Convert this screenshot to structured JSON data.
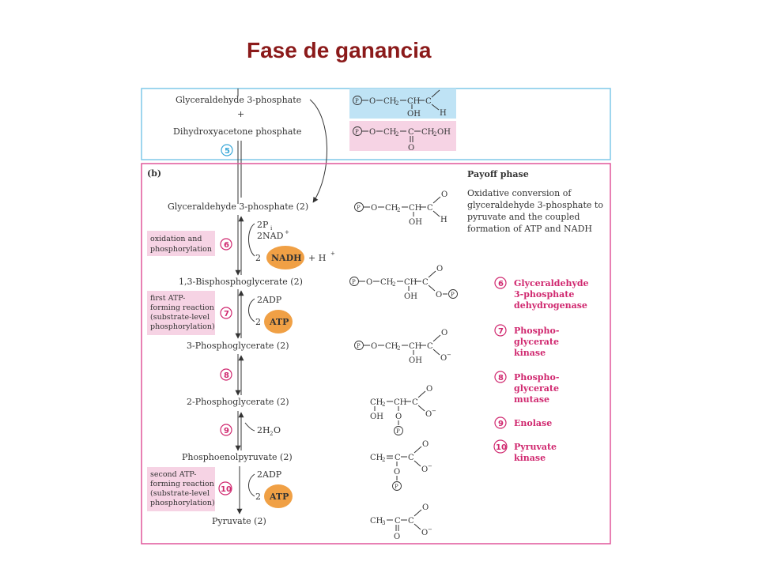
{
  "title": "Fase de ganancia",
  "panel_a": {
    "step1": "Glyceraldehyde 3-phosphate",
    "plus": "+",
    "step2": "Dihydroxyacetone phosphate",
    "enzyme_num": "5"
  },
  "panel_b": {
    "label": "(b)",
    "phase_title": "Payoff phase",
    "phase_desc": [
      "Oxidative conversion of",
      "glyceraldehyde 3-phosphate to",
      "pyruvate and the coupled",
      "formation of ATP and NADH"
    ],
    "metabolites": [
      "Glyceraldehyde 3-phosphate (2)",
      "1,3-Bisphosphoglycerate (2)",
      "3-Phosphoglycerate (2)",
      "2-Phosphoglycerate (2)",
      "Phosphoenolpyruvate (2)",
      "Pyruvate (2)"
    ],
    "reactions": {
      "r6_in1": "2P",
      "r6_in1_sub": "i",
      "r6_in2": "2NAD",
      "r6_in2_sup": "+",
      "r6_out_coef": "2",
      "r6_out": "NADH",
      "r6_out_extra": "+ H",
      "r6_out_extra_sup": "+",
      "r7_in": "2ADP",
      "r7_out_coef": "2",
      "r7_out": "ATP",
      "r9_out": "2H",
      "r9_out_sub": "2",
      "r9_out_tail": "O",
      "r10_in": "2ADP",
      "r10_out_coef": "2",
      "r10_out": "ATP"
    },
    "step_numbers": [
      "6",
      "7",
      "8",
      "9",
      "10"
    ],
    "annotations": {
      "oxidation": [
        "oxidation and",
        "phosphorylation"
      ],
      "first_atp": [
        "first ATP-",
        "forming reaction",
        "(substrate-level",
        "phosphorylation)"
      ],
      "second_atp": [
        "second ATP-",
        "forming reaction",
        "(substrate-level",
        "phosphorylation)"
      ]
    },
    "enzymes": [
      {
        "num": "6",
        "lines": [
          "Glyceraldehyde",
          "3-phosphate",
          "dehydrogenase"
        ]
      },
      {
        "num": "7",
        "lines": [
          "Phospho-",
          "glycerate",
          "kinase"
        ]
      },
      {
        "num": "8",
        "lines": [
          "Phospho-",
          "glycerate",
          "mutase"
        ]
      },
      {
        "num": "9",
        "lines": [
          "Enolase"
        ]
      },
      {
        "num": "10",
        "lines": [
          "Pyruvate",
          "kinase"
        ]
      }
    ]
  },
  "chem": {
    "P": "P",
    "O": "O",
    "CH2": "CH",
    "sub2": "2",
    "CH": "CH",
    "C": "C",
    "OH": "OH",
    "H": "H",
    "CH2OH": "CH",
    "CH2OH_tail": "OH",
    "Ominus": "O",
    "minus": "−",
    "CH3": "CH",
    "sub3": "3"
  },
  "colors": {
    "title": "#8b1a1a",
    "panel_a_border": "#7fc8e8",
    "panel_b_border": "#e0569a",
    "blue_fill": "#bfe3f5",
    "pink_fill": "#f6d3e4",
    "orange": "#f0a045",
    "magenta": "#d0286f",
    "cyan": "#3aa8d8"
  }
}
